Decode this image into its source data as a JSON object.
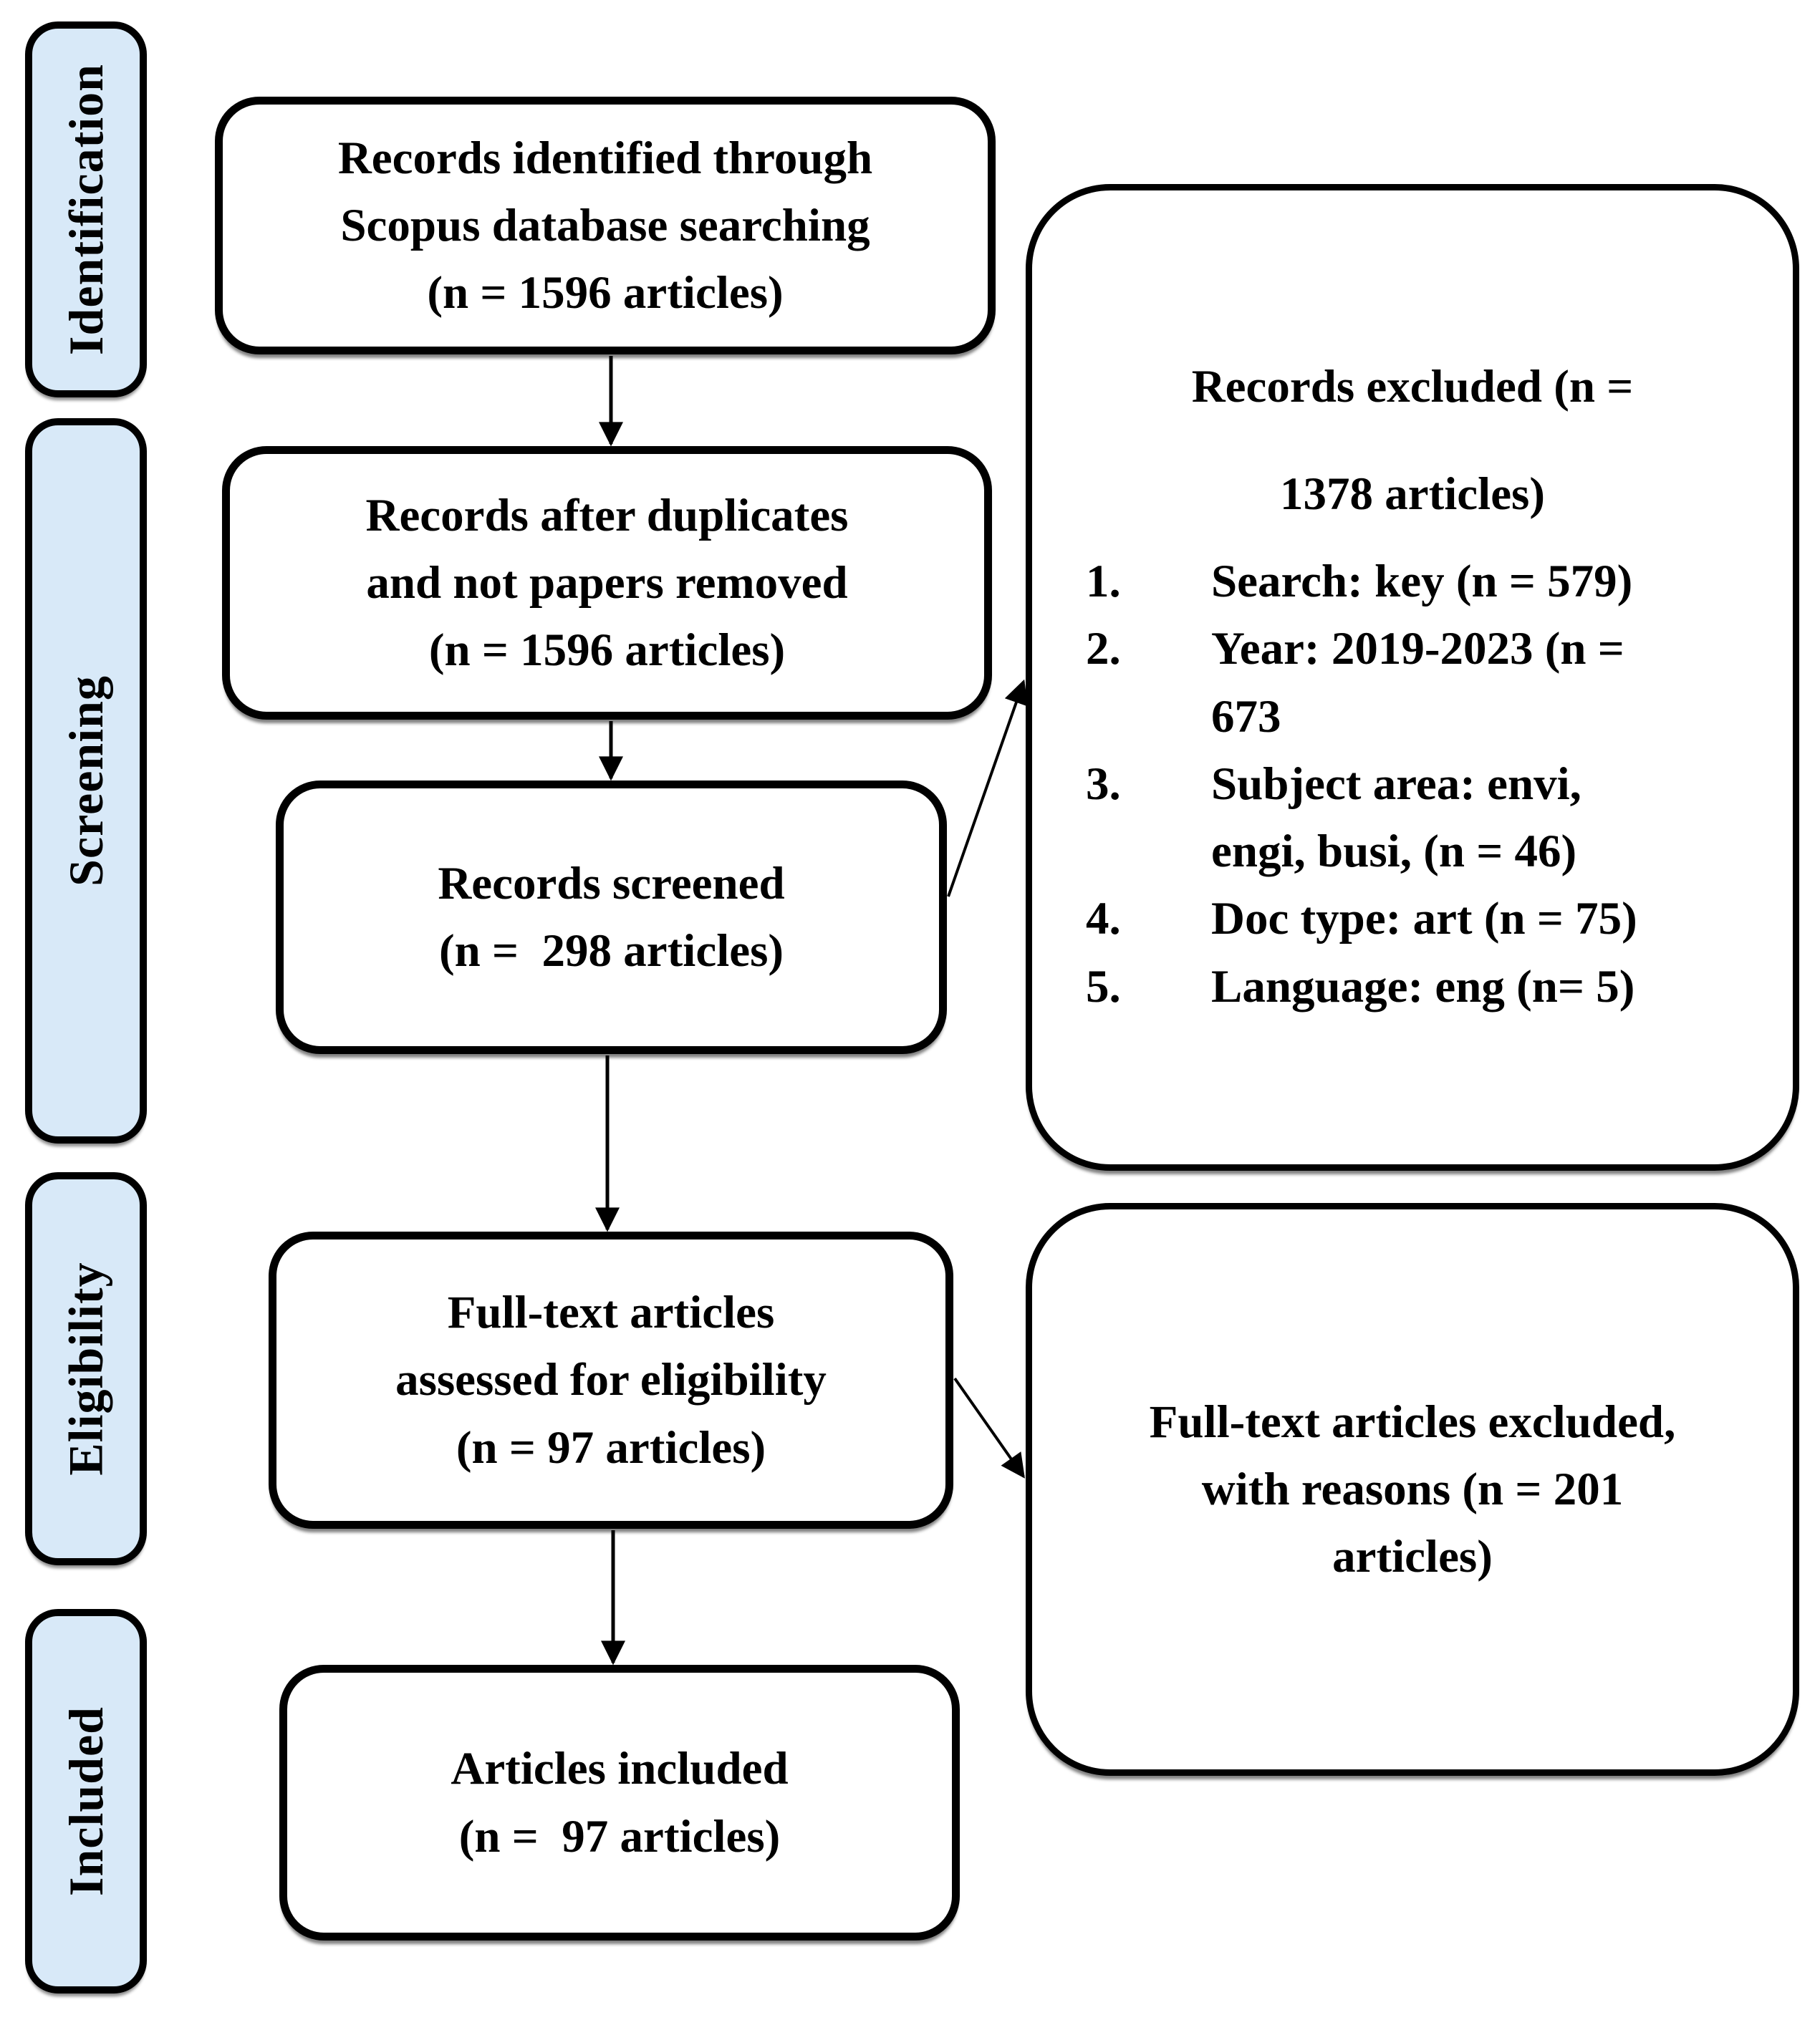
{
  "stages": {
    "identification": "Identification",
    "screening": "Screening",
    "eligibility": "Eligibility",
    "included": "Included"
  },
  "flow_boxes": {
    "identified": {
      "lines": [
        "Records identified through",
        "Scopus database searching",
        "(n = 1596 articles)"
      ]
    },
    "after_duplicates": {
      "lines": [
        "Records after duplicates",
        "and not papers removed",
        "(n = 1596 articles)"
      ]
    },
    "screened": {
      "lines": [
        "Records screened",
        "(n =  298 articles)"
      ]
    },
    "fulltext_assessed": {
      "lines": [
        "Full-text articles",
        "assessed for eligibility",
        "(n = 97 articles)"
      ]
    },
    "included": {
      "lines": [
        "Articles included",
        "(n =  97 articles)"
      ]
    }
  },
  "exclusion_boxes": {
    "records_excluded": {
      "heading_lines": [
        "Records excluded (n =",
        "1378 articles)"
      ],
      "reasons": [
        {
          "num": "1.",
          "text": "Search: key (n = 579)"
        },
        {
          "num": "2.",
          "text": "Year: 2019-2023 (n =\n673"
        },
        {
          "num": "3.",
          "text": "Subject area: envi,\nengi, busi, (n = 46)"
        },
        {
          "num": "4.",
          "text": "Doc type: art (n = 75)"
        },
        {
          "num": "5.",
          "text": "Language: eng (n= 5)"
        }
      ]
    },
    "fulltext_excluded": {
      "lines": [
        "Full-text articles excluded,",
        "with reasons (n = 201",
        "articles)"
      ]
    }
  },
  "colors": {
    "stage_fill": "#d8e9f8",
    "box_fill": "#ffffff",
    "line_color": "#000000",
    "text_color": "#000000"
  }
}
